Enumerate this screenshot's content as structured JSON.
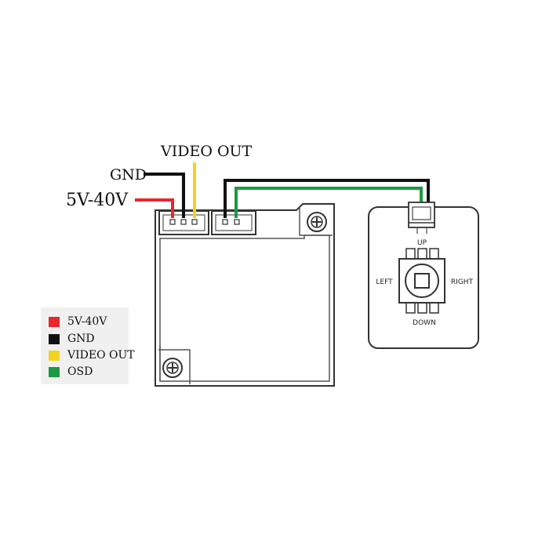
{
  "wire_labels": {
    "video_out": "VIDEO OUT",
    "gnd": "GND",
    "power": "5V-40V"
  },
  "joystick": {
    "up": "UP",
    "down": "DOWN",
    "left": "LEFT",
    "right": "RIGHT"
  },
  "legend": [
    {
      "label": "5V-40V",
      "color": "#e8262b"
    },
    {
      "label": "GND",
      "color": "#111111"
    },
    {
      "label": "VIDEO OUT",
      "color": "#f4d320"
    },
    {
      "label": "OSD",
      "color": "#1a9a45"
    }
  ],
  "colors": {
    "red": "#e8262b",
    "black": "#111111",
    "yellow": "#f4d320",
    "green": "#1a9a45",
    "outline": "#333333"
  }
}
